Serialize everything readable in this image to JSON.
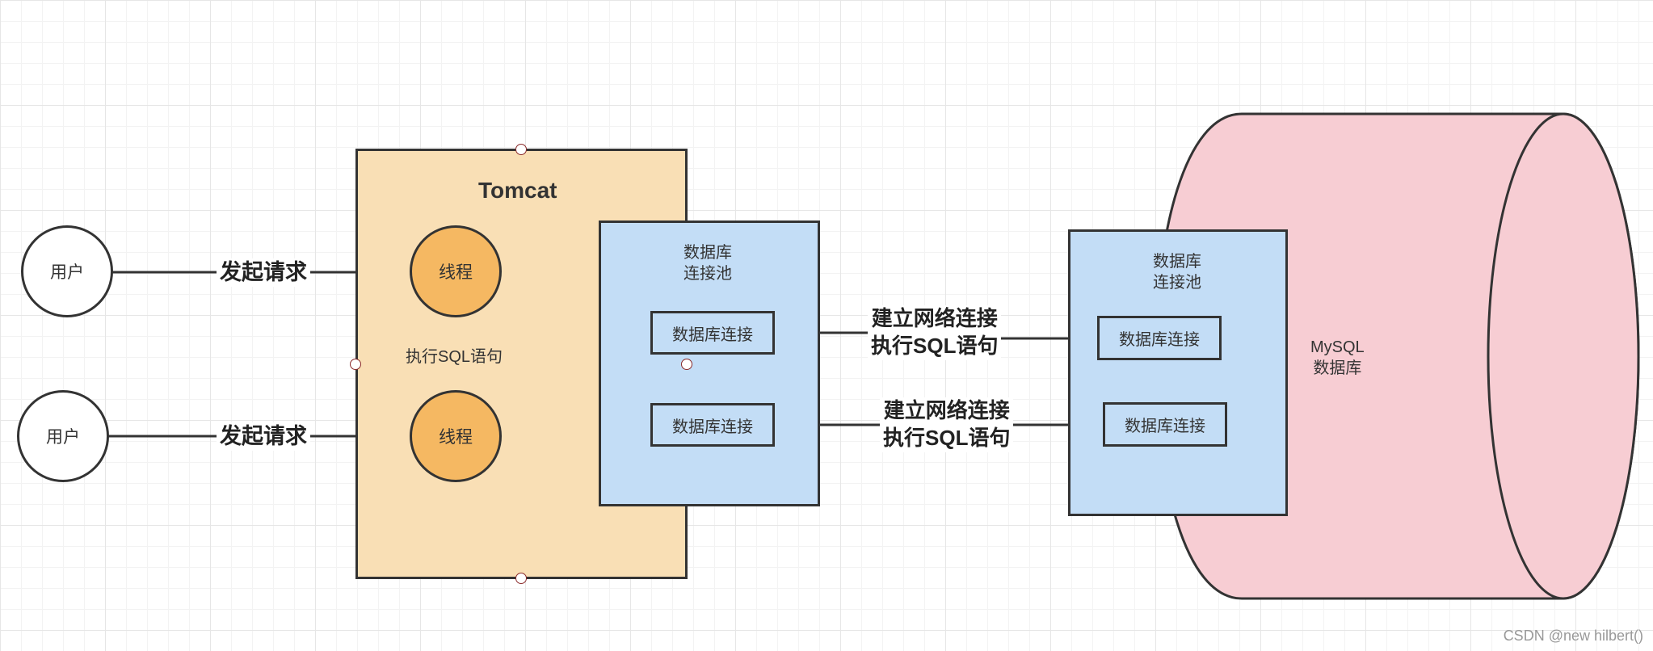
{
  "nodes": {
    "user_1": "用户",
    "user_2": "用户",
    "thread_1": "线程",
    "thread_2": "线程",
    "tomcat_title": "Tomcat",
    "tomcat_inner_label": "执行SQL语句",
    "app_pool_title": "数据库\n连接池",
    "app_conn_1": "数据库连接",
    "app_conn_2": "数据库连接",
    "db_pool_title": "数据库\n连接池",
    "db_conn_1": "数据库连接",
    "db_conn_2": "数据库连接",
    "mysql_label": "MySQL\n数据库"
  },
  "edges": {
    "request_1": "发起请求",
    "request_2": "发起请求",
    "network_1": "建立网络连接\n执行SQL语句",
    "network_2": "建立网络连接\n执行SQL语句"
  },
  "watermark": "CSDN @new hilbert()",
  "colors": {
    "tomcat_fill": "#f9dfb5",
    "thread_fill": "#f5b862",
    "pool_fill": "#c3ddf6",
    "database_fill": "#f7cdd3",
    "stroke": "#333333"
  }
}
